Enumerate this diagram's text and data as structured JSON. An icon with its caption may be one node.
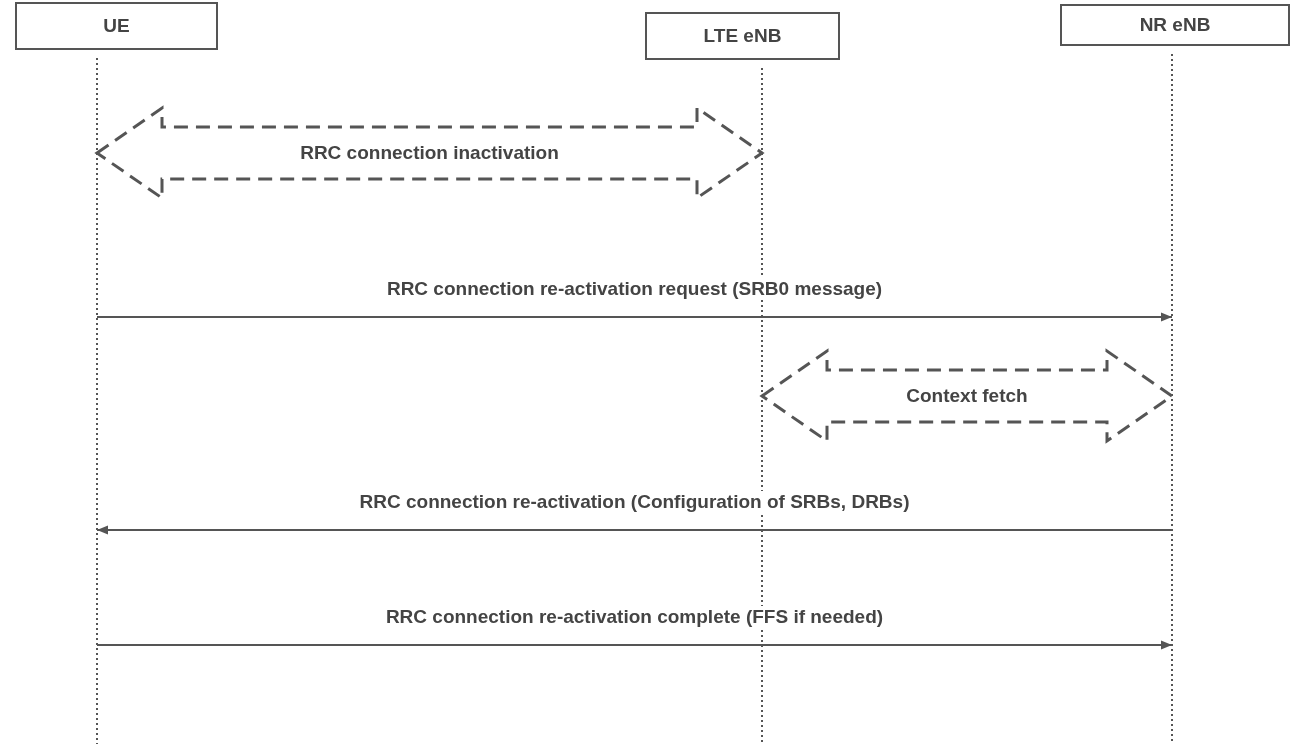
{
  "diagram": {
    "nodes": [
      {
        "text": [
          "UE"
        ]
      },
      {
        "text": [
          "LTE eNB"
        ]
      },
      {
        "text": [
          "NR eNB"
        ]
      }
    ],
    "edges": [
      {
        "from": 0,
        "to": 1,
        "arrow": "both",
        "style": "dashed",
        "label": "RRC connection inactivation"
      },
      {
        "from": 0,
        "to": 2,
        "arrow": "to",
        "label": "RRC connection re-activation request (SRB0 message)"
      },
      {
        "from": 1,
        "to": 2,
        "arrow": "both",
        "style": "dashed",
        "label": "Context fetch"
      },
      {
        "from": 2,
        "to": 0,
        "arrow": "to",
        "label": "RRC connection re-activation (Configuration of SRBs, DRBs)"
      },
      {
        "from": 0,
        "to": 2,
        "arrow": "to",
        "label": "RRC connection re-activation complete (FFS if needed)"
      }
    ]
  }
}
